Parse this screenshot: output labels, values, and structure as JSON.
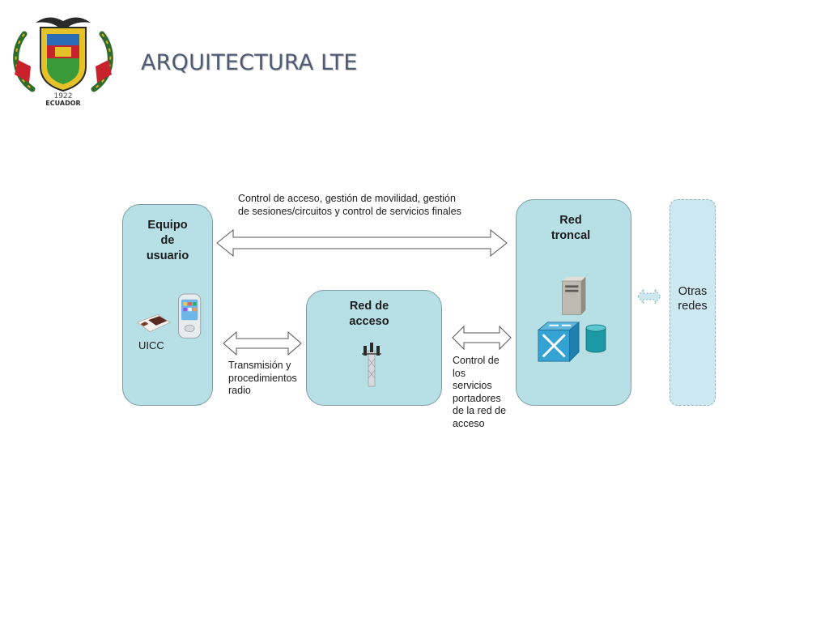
{
  "slide": {
    "title": "ARQUITECTURA LTE",
    "logo_text": {
      "year": "1922",
      "country": "ECUADOR"
    }
  },
  "diagram": {
    "nodes": {
      "ue": {
        "label": "Equipo\nde\nusuario",
        "uicc_label": "UICC"
      },
      "access": {
        "label": "Red de\nacceso"
      },
      "core": {
        "label": "Red\ntroncal"
      },
      "other": {
        "label": "Otras\nredes"
      }
    },
    "edges": {
      "ue_core": "Control de acceso, gestión de movilidad, gestión\nde sesiones/circuitos  y control de servicios finales",
      "ue_access": "Transmisión y\nprocedimientos\nradio",
      "access_core": "Control de\nlos\nservicios\nportadores\nde la red de\nacceso"
    },
    "icons": [
      "uicc-card-icon",
      "mobile-phone-icon",
      "antenna-tower-icon",
      "server-icon",
      "switch-icon",
      "database-icon"
    ]
  },
  "colors": {
    "box_fill": "#b7dfe6",
    "box_border": "#7e9ea6",
    "dashed_fill": "#cde8f1",
    "title": "#4f5b73"
  }
}
